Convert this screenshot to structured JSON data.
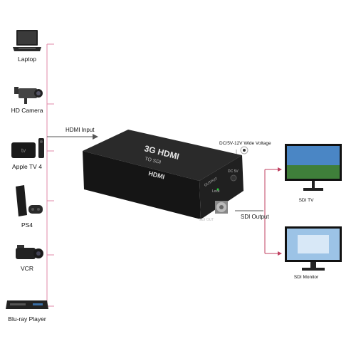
{
  "sources": [
    {
      "label": "Laptop",
      "icon": "laptop-icon"
    },
    {
      "label": "HD Camera",
      "icon": "hd-camera-icon"
    },
    {
      "label": "Apple TV 4",
      "icon": "apple-tv-icon"
    },
    {
      "label": "PS4",
      "icon": "ps4-console-icon"
    },
    {
      "label": "VCR",
      "icon": "camcorder-icon"
    },
    {
      "label": "Blu-ray Player",
      "icon": "bluray-player-icon"
    }
  ],
  "converter": {
    "input_label": "HDMI Input",
    "power_label": "DC/5V-12V Wide Voltage",
    "output_label": "SDI Output",
    "brand_text": "3G HDMI",
    "model_text": "TO SDI",
    "hdmi_text": "HDMI",
    "port_text": "SDI OUT",
    "side_text": "OUTPUT",
    "link_text": "Lock",
    "power_port_text": "DC 5V"
  },
  "outputs": [
    {
      "label": "SDI TV",
      "icon": "sdi-tv-icon"
    },
    {
      "label": "SDI Monitor",
      "icon": "sdi-monitor-icon"
    }
  ],
  "colors": {
    "connector_line": "#e08aa8",
    "output_line": "#c04060",
    "arrow": "#444444",
    "device_body": "#1a1a1a"
  }
}
